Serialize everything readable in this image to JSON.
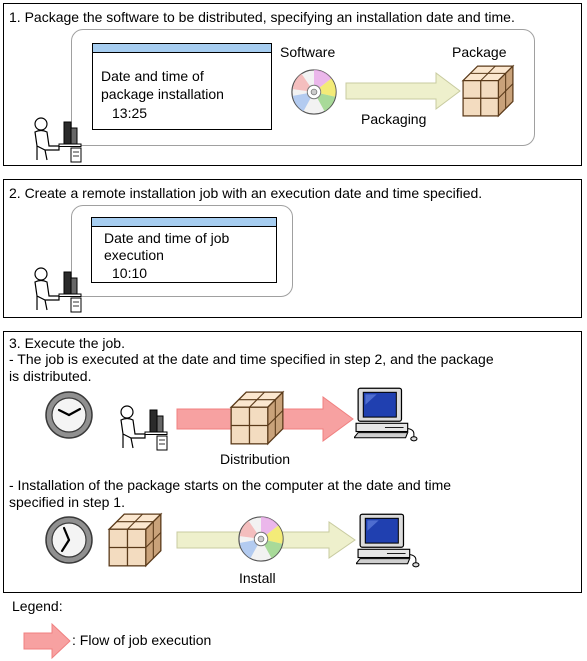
{
  "step1": {
    "heading": "1. Package the software to be distributed, specifying an installation date and time.",
    "window": {
      "line1": "Date and time of",
      "line2": "package installation",
      "value": "13:25"
    },
    "software_label": "Software",
    "package_label": "Package",
    "packaging_label": "Packaging"
  },
  "step2": {
    "heading": "2. Create a remote installation job with an execution date and time specified.",
    "window": {
      "line1": "Date and time of job",
      "line2": "execution",
      "value": "10:10"
    }
  },
  "step3": {
    "heading": "3. Execute the job.",
    "bullet1_line1": "- The job is executed at the date and time specified in step 2, and the package",
    "bullet1_line2": "  is distributed.",
    "distribution_label": "Distribution",
    "bullet2_line1": "- Installation of the package starts on the computer at the date and time",
    "bullet2_line2": "  specified in step 1.",
    "install_label": "Install"
  },
  "legend": {
    "title": "Legend:",
    "item_label": ": Flow of job execution",
    "colors": {
      "job_flow_arrow": "#f7a1a1",
      "packaging_arrow": "#eef0cc",
      "window_bar": "#a6cdf0",
      "package_box": "#f0d8b8"
    }
  }
}
